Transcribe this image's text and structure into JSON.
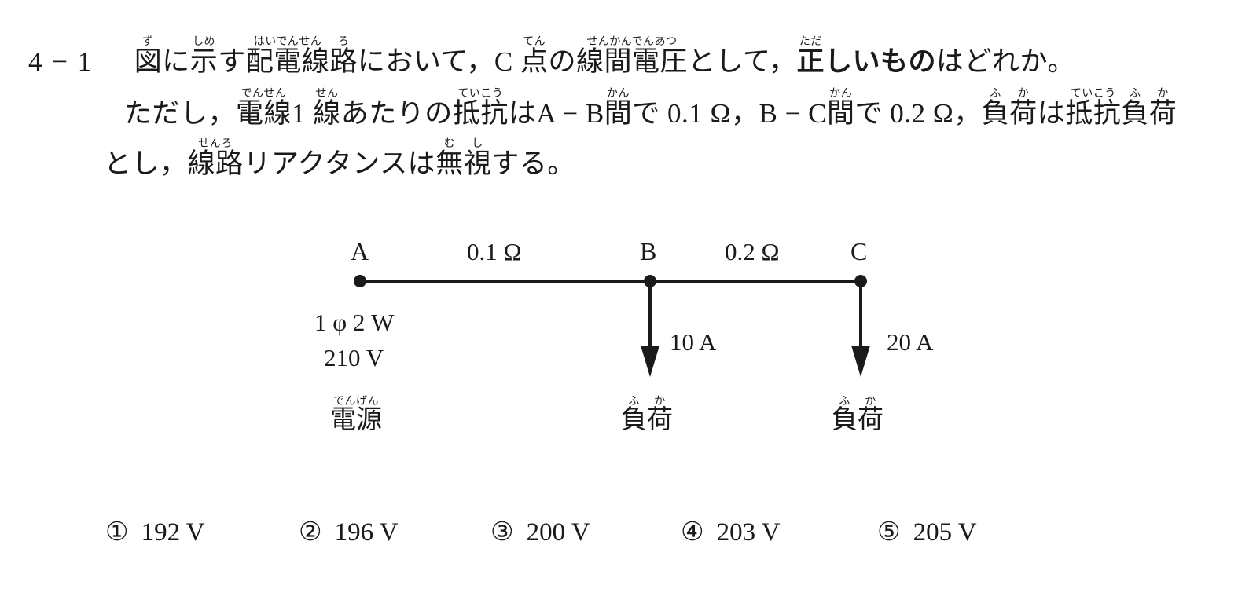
{
  "question": {
    "number": "4 − 1",
    "line1": {
      "segments": [
        {
          "text": "図",
          "ruby": "ず"
        },
        {
          "text": "に",
          "ruby": ""
        },
        {
          "text": "示",
          "ruby": "しめ"
        },
        {
          "text": "す",
          "ruby": ""
        },
        {
          "text": "配電線",
          "ruby": "はいでんせん"
        },
        {
          "text": "路",
          "ruby": "ろ"
        },
        {
          "text": "において，C ",
          "ruby": ""
        },
        {
          "text": "点",
          "ruby": "てん"
        },
        {
          "text": "の",
          "ruby": ""
        },
        {
          "text": "線間電圧",
          "ruby": "せんかんでんあつ"
        },
        {
          "text": "として，",
          "ruby": ""
        },
        {
          "text": "正",
          "ruby": "ただ",
          "bold": true
        },
        {
          "text": "しいもの",
          "ruby": "",
          "bold": true
        },
        {
          "text": "はどれか。",
          "ruby": ""
        }
      ]
    },
    "line2": {
      "segments": [
        {
          "text": "ただし，",
          "ruby": ""
        },
        {
          "text": "電線",
          "ruby": "でんせん"
        },
        {
          "text": "1 ",
          "ruby": ""
        },
        {
          "text": "線",
          "ruby": "せん"
        },
        {
          "text": "あたりの",
          "ruby": ""
        },
        {
          "text": "抵抗",
          "ruby": "ていこう"
        },
        {
          "text": "はA − B",
          "ruby": ""
        },
        {
          "text": "間",
          "ruby": "かん"
        },
        {
          "text": "で 0.1 Ω，B − C",
          "ruby": ""
        },
        {
          "text": "間",
          "ruby": "かん"
        },
        {
          "text": "で 0.2 Ω，",
          "ruby": ""
        },
        {
          "text": "負",
          "ruby": "ふ"
        },
        {
          "text": "荷",
          "ruby": "か"
        },
        {
          "text": "は",
          "ruby": ""
        },
        {
          "text": "抵抗",
          "ruby": "ていこう"
        },
        {
          "text": "負",
          "ruby": "ふ"
        },
        {
          "text": "荷",
          "ruby": "か"
        }
      ]
    },
    "line3": {
      "segments": [
        {
          "text": "とし，",
          "ruby": ""
        },
        {
          "text": "線路",
          "ruby": "せんろ"
        },
        {
          "text": "リアクタンスは",
          "ruby": ""
        },
        {
          "text": "無",
          "ruby": "む"
        },
        {
          "text": "視",
          "ruby": "し"
        },
        {
          "text": "する。",
          "ruby": ""
        }
      ]
    }
  },
  "diagram": {
    "nodes": [
      {
        "id": "A",
        "label": "A"
      },
      {
        "id": "B",
        "label": "B"
      },
      {
        "id": "C",
        "label": "C"
      }
    ],
    "resistances": [
      {
        "between": "A-B",
        "label": "0.1 Ω"
      },
      {
        "between": "B-C",
        "label": "0.2 Ω"
      }
    ],
    "source": {
      "system_label": "1 φ 2 W",
      "voltage_label": "210 V",
      "name": "電源",
      "name_ruby": "でんげん"
    },
    "loads": [
      {
        "at": "B",
        "current_label": "10 A",
        "name": "負荷",
        "ruby_1": "ふ",
        "ruby_2": "か"
      },
      {
        "at": "C",
        "current_label": "20 A",
        "name": "負荷",
        "ruby_1": "ふ",
        "ruby_2": "か"
      }
    ],
    "line_color": "#1a1a1a"
  },
  "choices": [
    {
      "marker": "①",
      "label": "192 V"
    },
    {
      "marker": "②",
      "label": "196 V"
    },
    {
      "marker": "③",
      "label": "200 V"
    },
    {
      "marker": "④",
      "label": "203 V"
    },
    {
      "marker": "⑤",
      "label": "205 V"
    }
  ]
}
